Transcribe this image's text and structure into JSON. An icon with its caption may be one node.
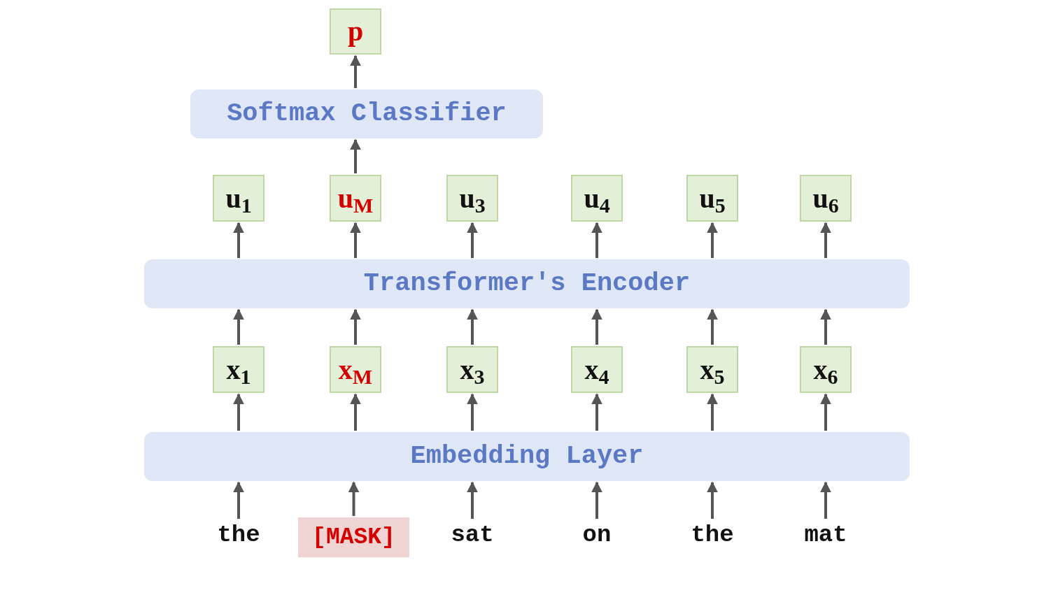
{
  "diagram": {
    "nodes": [
      {
        "text": [
          "p"
        ]
      },
      {
        "text": [
          "Softmax Classifier"
        ]
      },
      {
        "text": [
          "u$_{1}$"
        ]
      },
      {
        "text": [
          "u$_{M}$"
        ]
      },
      {
        "text": [
          "u$_{3}$"
        ]
      },
      {
        "text": [
          "u$_{4}$"
        ]
      },
      {
        "text": [
          "u$_{5}$"
        ]
      },
      {
        "text": [
          "u$_{6}$"
        ]
      },
      {
        "text": [
          "Transformer's Encoder"
        ]
      },
      {
        "text": [
          "x$_{1}$"
        ]
      },
      {
        "text": [
          "x$_{M}$"
        ]
      },
      {
        "text": [
          "x$_{3}$"
        ]
      },
      {
        "text": [
          "x$_{4}$"
        ]
      },
      {
        "text": [
          "x$_{5}$"
        ]
      },
      {
        "text": [
          "x$_{6}$"
        ]
      },
      {
        "text": [
          "Embedding Layer"
        ]
      },
      {
        "text": [
          "the"
        ]
      },
      {
        "text": [
          "[MASK]"
        ]
      },
      {
        "text": [
          "sat"
        ]
      },
      {
        "text": [
          "on"
        ]
      },
      {
        "text": [
          "the"
        ]
      },
      {
        "text": [
          "mat"
        ]
      }
    ],
    "edges": [
      {
        "from": 16,
        "to": 15,
        "arrow": "to"
      },
      {
        "from": 17,
        "to": 15,
        "arrow": "to"
      },
      {
        "from": 18,
        "to": 15,
        "arrow": "to"
      },
      {
        "from": 19,
        "to": 15,
        "arrow": "to"
      },
      {
        "from": 20,
        "to": 15,
        "arrow": "to"
      },
      {
        "from": 21,
        "to": 15,
        "arrow": "to"
      },
      {
        "from": 15,
        "to": 9,
        "arrow": "to"
      },
      {
        "from": 15,
        "to": 10,
        "arrow": "to"
      },
      {
        "from": 15,
        "to": 11,
        "arrow": "to"
      },
      {
        "from": 15,
        "to": 12,
        "arrow": "to"
      },
      {
        "from": 15,
        "to": 13,
        "arrow": "to"
      },
      {
        "from": 15,
        "to": 14,
        "arrow": "to"
      },
      {
        "from": 9,
        "to": 8,
        "arrow": "to"
      },
      {
        "from": 10,
        "to": 8,
        "arrow": "to"
      },
      {
        "from": 11,
        "to": 8,
        "arrow": "to"
      },
      {
        "from": 12,
        "to": 8,
        "arrow": "to"
      },
      {
        "from": 13,
        "to": 8,
        "arrow": "to"
      },
      {
        "from": 14,
        "to": 8,
        "arrow": "to"
      },
      {
        "from": 8,
        "to": 2,
        "arrow": "to"
      },
      {
        "from": 8,
        "to": 3,
        "arrow": "to"
      },
      {
        "from": 8,
        "to": 4,
        "arrow": "to"
      },
      {
        "from": 8,
        "to": 5,
        "arrow": "to"
      },
      {
        "from": 8,
        "to": 6,
        "arrow": "to"
      },
      {
        "from": 8,
        "to": 7,
        "arrow": "to"
      },
      {
        "from": 3,
        "to": 1,
        "arrow": "to"
      },
      {
        "from": 1,
        "to": 0,
        "arrow": "to"
      }
    ]
  }
}
